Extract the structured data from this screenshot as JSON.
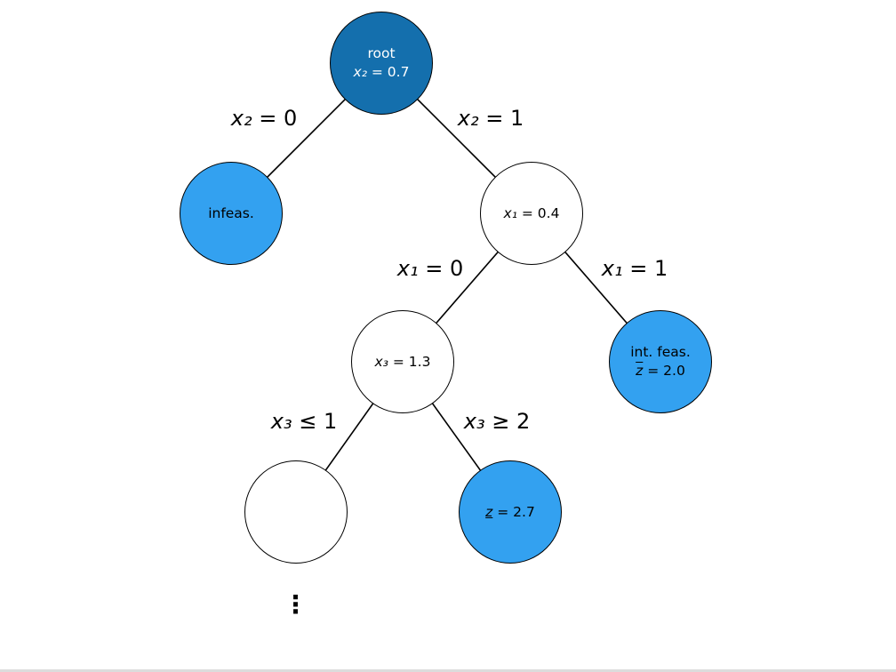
{
  "diagram_type": "branch-and-bound-tree",
  "colors": {
    "root_fill": "#146fad",
    "pruned_fill": "#33a1f0",
    "open_fill": "#ffffff",
    "edge_stroke": "#000000"
  },
  "nodes": {
    "root": {
      "line1": "root",
      "math_var": "x₂",
      "math_rest": " = 0.7"
    },
    "infeas": {
      "line1": "infeas."
    },
    "x1": {
      "math_var": "x₁",
      "math_rest": " = 0.4"
    },
    "x3": {
      "math_var": "x₃",
      "math_rest": " = 1.3"
    },
    "intfeas": {
      "line1": "int. feas.",
      "math_var": "z",
      "math_rest": " = 2.0"
    },
    "zbound": {
      "math_var": "z",
      "math_rest": " = 2.7"
    }
  },
  "edge_labels": {
    "root_left": {
      "var": "x₂",
      "rest": " = 0"
    },
    "root_right": {
      "var": "x₂",
      "rest": " = 1"
    },
    "x1_left": {
      "var": "x₁",
      "rest": " = 0"
    },
    "x1_right": {
      "var": "x₁",
      "rest": " = 1"
    },
    "x3_left": {
      "var": "x₃",
      "rest": " ≤ 1"
    },
    "x3_right": {
      "var": "x₃",
      "rest": " ≥ 2"
    }
  },
  "ellipsis": "⋮"
}
